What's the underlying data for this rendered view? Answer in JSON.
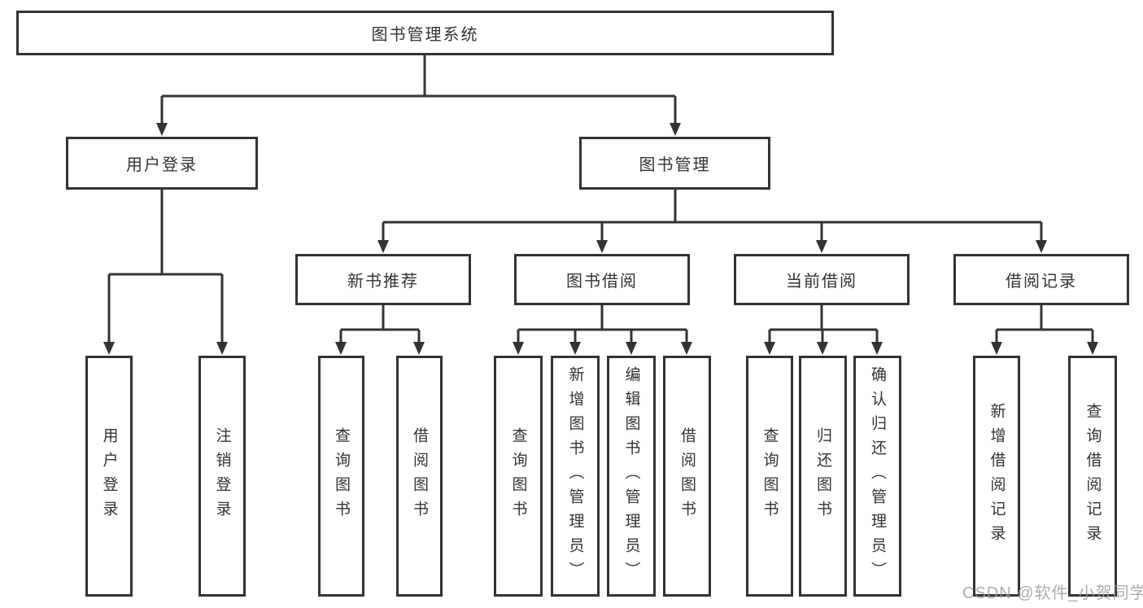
{
  "diagram_title": "图书管理系统",
  "watermark": "CSDN @软件_小贺同学",
  "colors": {
    "line": "#333333",
    "box_border": "#333333",
    "text": "#333333",
    "background": "#ffffff",
    "watermark": "#9e9e9e"
  },
  "nodes": {
    "root": {
      "label": "图书管理系统"
    },
    "level2": [
      {
        "label": "用户登录"
      },
      {
        "label": "图书管理"
      }
    ],
    "level3": [
      {
        "label": "新书推荐",
        "parent": "图书管理"
      },
      {
        "label": "图书借阅",
        "parent": "图书管理"
      },
      {
        "label": "当前借阅",
        "parent": "图书管理"
      },
      {
        "label": "借阅记录",
        "parent": "图书管理"
      }
    ],
    "leaves": [
      {
        "label": "用户登录",
        "parent": "用户登录"
      },
      {
        "label": "注销登录",
        "parent": "用户登录"
      },
      {
        "label": "查询图书",
        "parent": "新书推荐"
      },
      {
        "label": "借阅图书",
        "parent": "新书推荐"
      },
      {
        "label": "查询图书",
        "parent": "图书借阅"
      },
      {
        "label": "新增图书（管理员）",
        "parent": "图书借阅"
      },
      {
        "label": "编辑图书（管理员）",
        "parent": "图书借阅"
      },
      {
        "label": "借阅图书",
        "parent": "图书借阅"
      },
      {
        "label": "查询图书",
        "parent": "当前借阅"
      },
      {
        "label": "归还图书",
        "parent": "当前借阅"
      },
      {
        "label": "确认归还（管理员）",
        "parent": "当前借阅"
      },
      {
        "label": "新增借阅记录",
        "parent": "借阅记录"
      },
      {
        "label": "查询借阅记录",
        "parent": "借阅记录"
      }
    ]
  }
}
